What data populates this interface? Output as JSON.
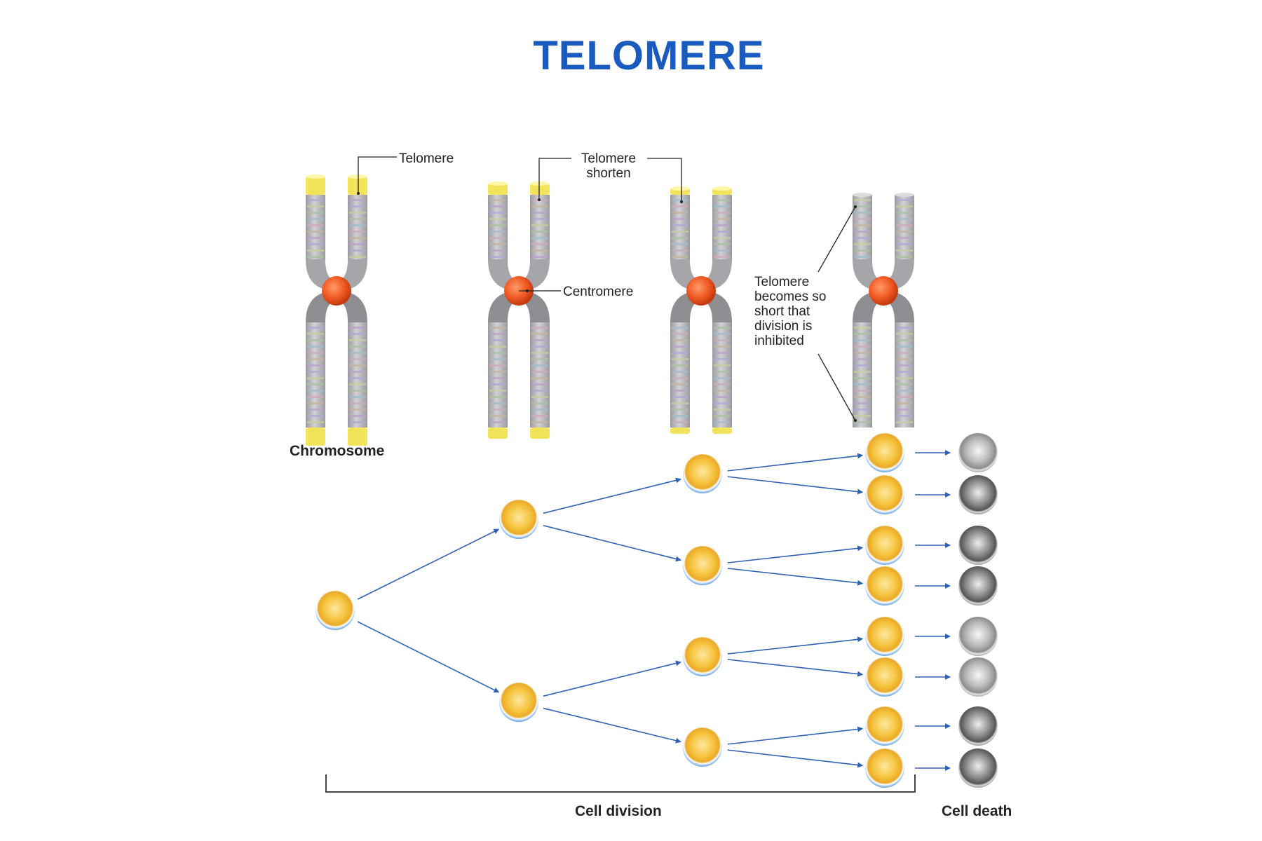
{
  "title": "TELOMERE",
  "labels": {
    "telomere": "Telomere",
    "telomere_shorten": "Telomere\nshorten",
    "centromere": "Centromere",
    "inhibited": "Telomere\nbecomes so\nshort that\ndivision is\ninhibited",
    "chromosome": "Chromosome",
    "cell_division": "Cell division",
    "cell_death": "Cell death"
  },
  "colors": {
    "title": "#1a5bbf",
    "telomere_cap": "#f2e45a",
    "centromere": "#f15a24",
    "chromatid": "#b4b4b8",
    "arrow": "#2f62b5",
    "cell_core": "#f5c23a",
    "dead_cell": "#7a7a7a"
  },
  "chromosome_stages": [
    {
      "stage": "full telomere",
      "telomere_level": 1.0
    },
    {
      "stage": "shortened",
      "telomere_level": 0.6
    },
    {
      "stage": "more shortened",
      "telomere_level": 0.35
    },
    {
      "stage": "division inhibited",
      "telomere_level": 0.0
    }
  ],
  "cell_tree": {
    "generations": [
      1,
      2,
      4,
      8
    ],
    "dead_cells": 8
  }
}
